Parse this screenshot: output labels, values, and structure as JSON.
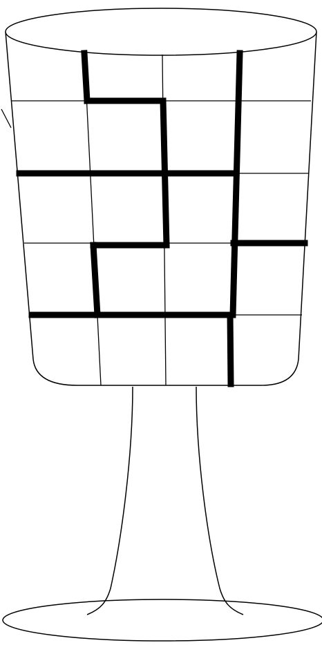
{
  "figure": {
    "background": "#ffffff",
    "line_color": "#000000",
    "grid": {
      "rows": 5,
      "columns": 4
    },
    "bold_path": {
      "segment_count": 11
    }
  }
}
